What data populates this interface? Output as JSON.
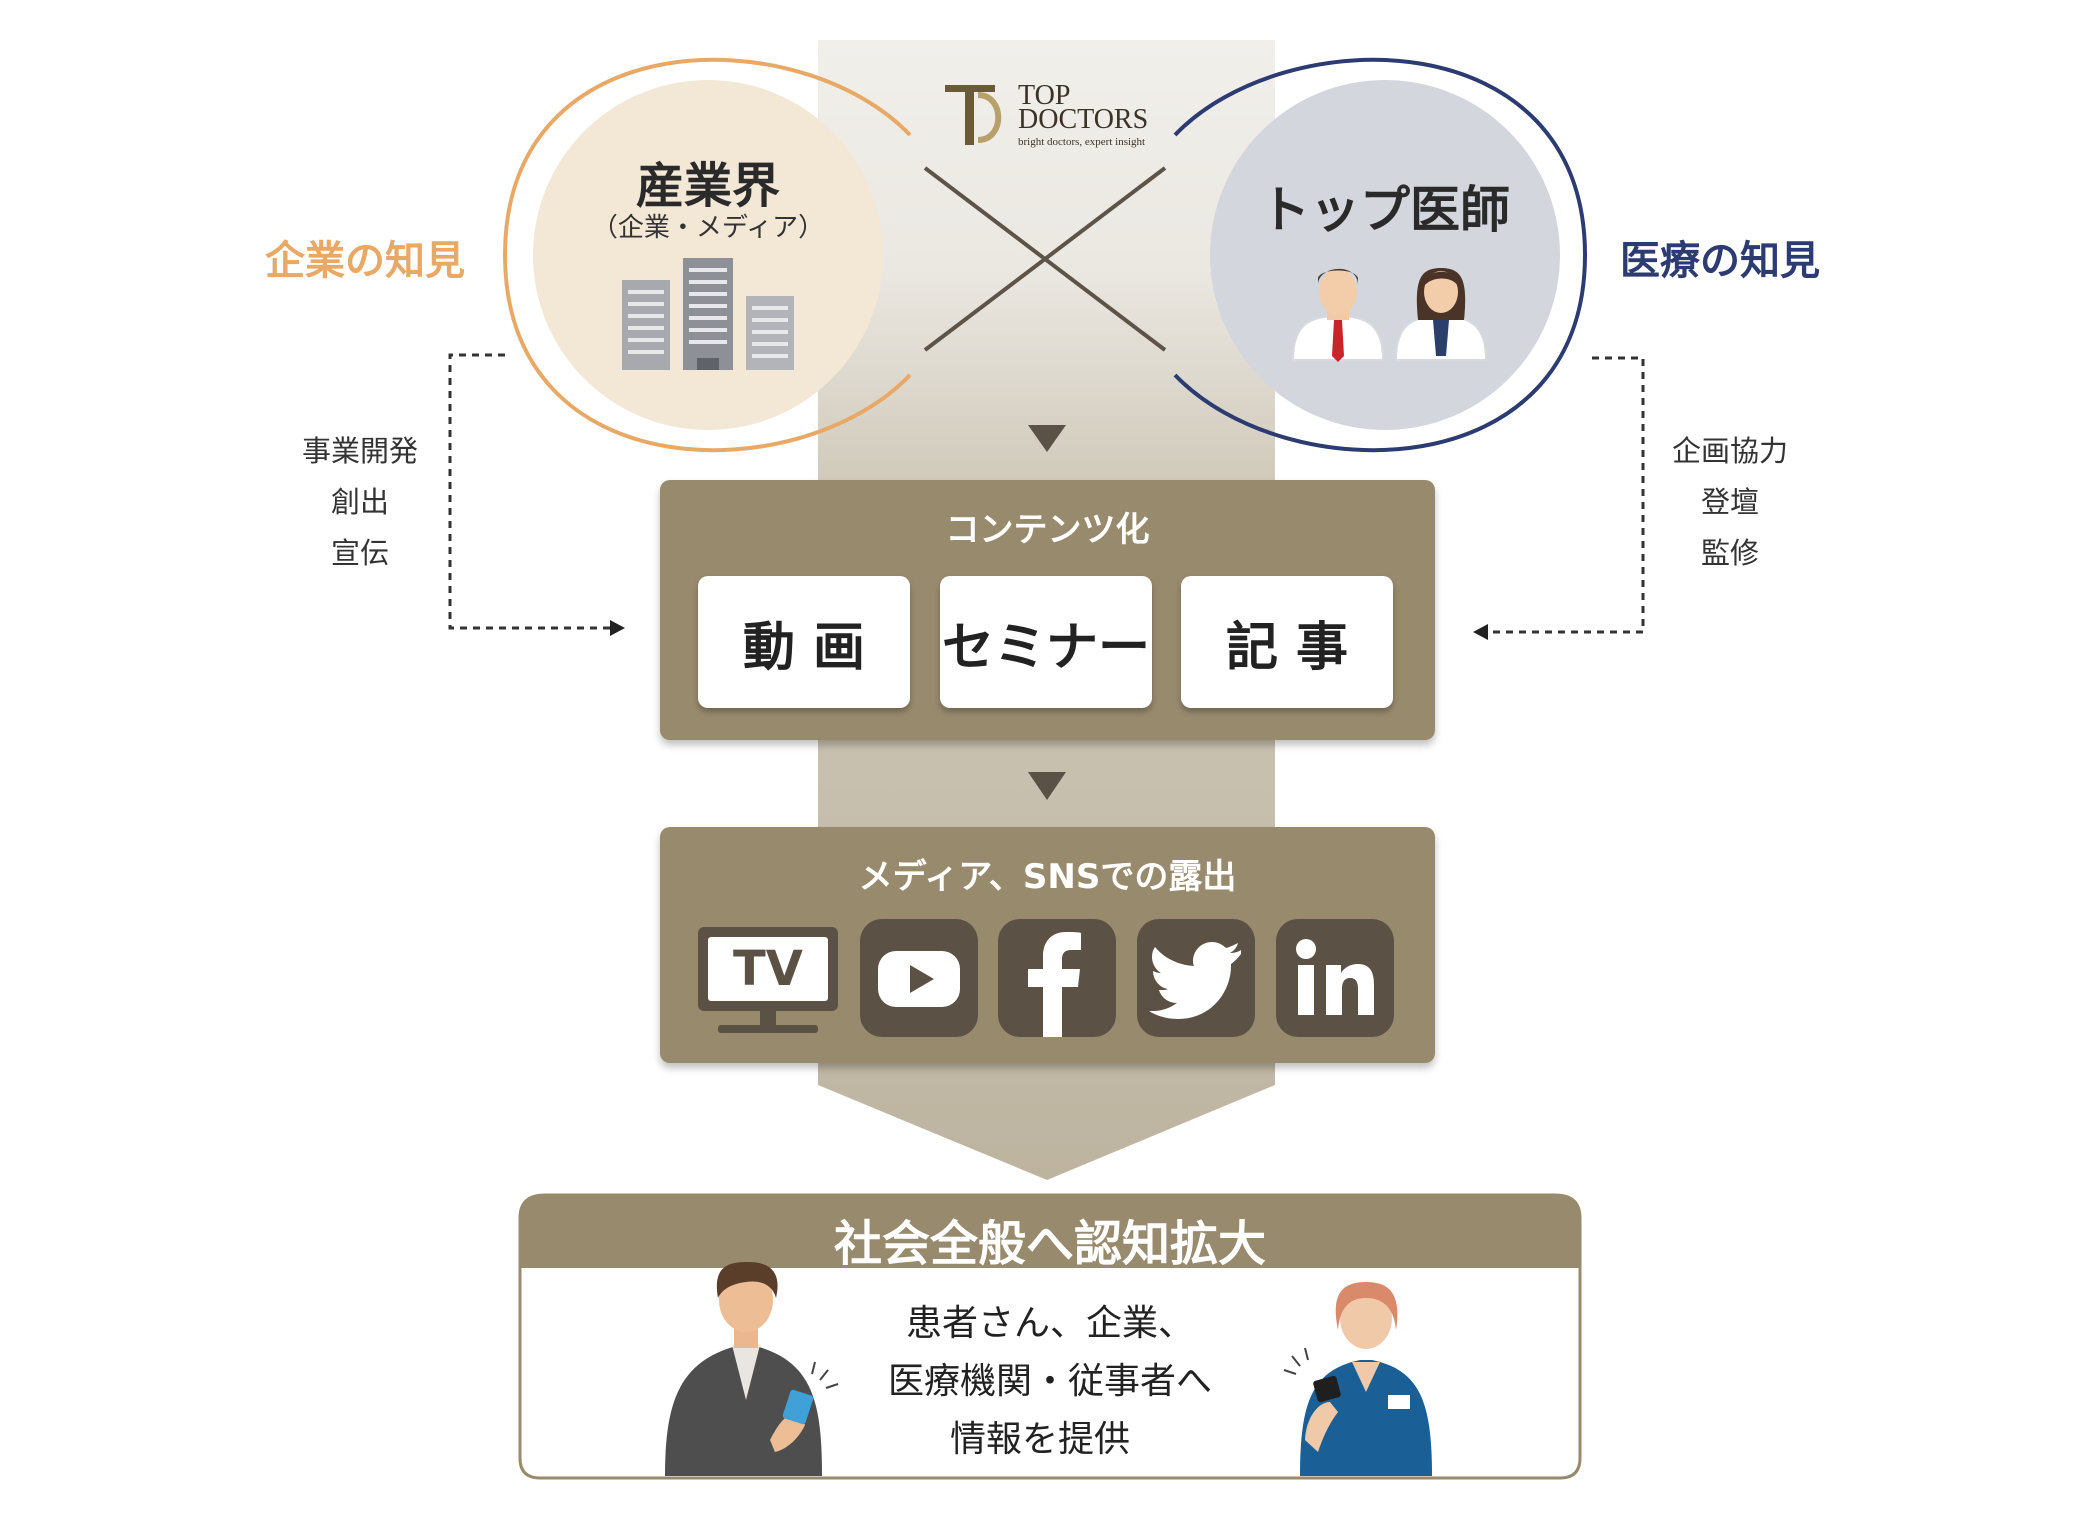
{
  "logo": {
    "line1": "TOP",
    "line2": "DOCTORS",
    "tagline": "bright doctors, expert insight",
    "monogram": "TD"
  },
  "left_circle": {
    "title": "産業界",
    "subtitle": "（企業・メディア）",
    "icon": "buildings-icon"
  },
  "right_circle": {
    "title": "トップ医師",
    "icon": "doctors-icon"
  },
  "left_label": "企業の知見",
  "right_label": "医療の知見",
  "left_notes": [
    "事業開発",
    "創出",
    "宣伝"
  ],
  "right_notes": [
    "企画協力",
    "登壇",
    "監修"
  ],
  "content_panel": {
    "title": "コンテンツ化",
    "items": [
      "動 画",
      "セミナー",
      "記 事"
    ]
  },
  "media_panel": {
    "title": "メディア、SNSでの露出",
    "icons": [
      "tv-icon",
      "youtube-icon",
      "facebook-icon",
      "twitter-icon",
      "linkedin-icon"
    ],
    "tv_label": "TV"
  },
  "result": {
    "title": "社会全般へ認知拡大",
    "lines": [
      "患者さん、企業、",
      "医療機関・従事者へ",
      "情報を提供"
    ]
  },
  "colors": {
    "orange": "#e8a866",
    "navy": "#2c3b72",
    "brown": "#978a6d",
    "dark": "#5b5245",
    "beige": "#f3e7d6",
    "grey": "#d3d6dd"
  }
}
